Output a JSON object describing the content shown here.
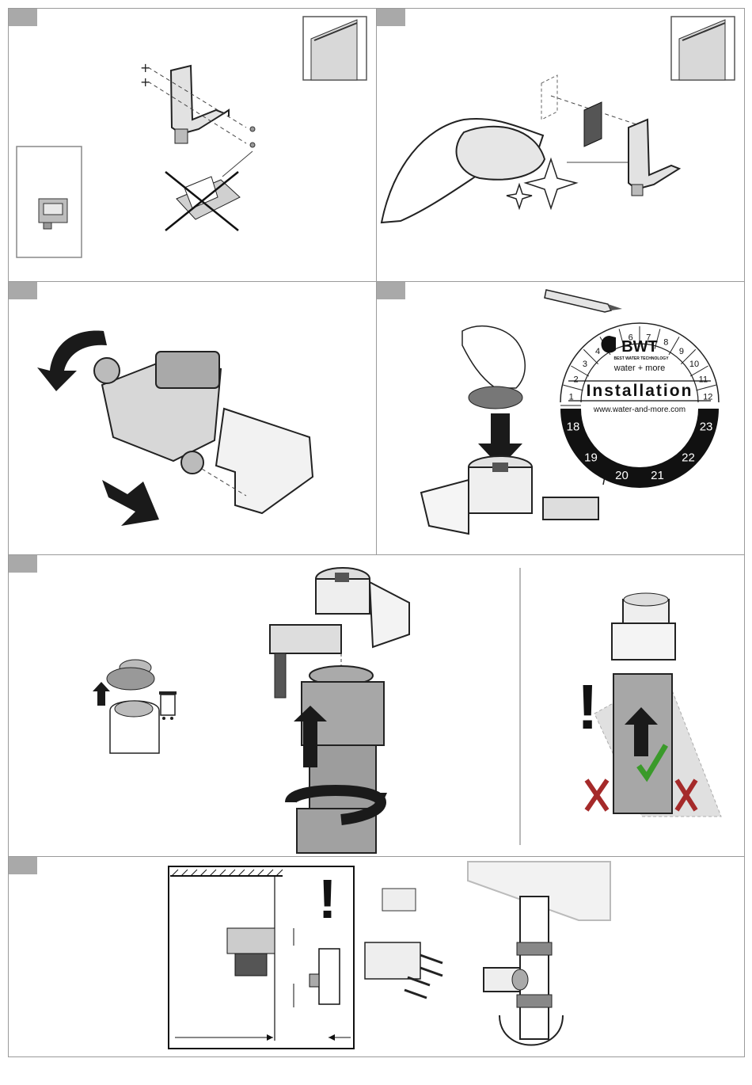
{
  "sticker": {
    "brand": "BWT",
    "brand_sub": "BEST WATER TECHNOLOGY",
    "tagline": "water + more",
    "heading": "Installation",
    "url": "www.water-and-more.com",
    "months": [
      "1",
      "2",
      "3",
      "4",
      "5",
      "6",
      "7",
      "8",
      "9",
      "10",
      "11",
      "12"
    ],
    "years": [
      "18",
      "19",
      "20",
      "21",
      "22",
      "23"
    ]
  },
  "warnings": {
    "mark": "!"
  },
  "colors": {
    "panel_border": "#9a9a9a",
    "tab_gray": "#a9a9a9",
    "check_green": "#3a9a2a",
    "cross_red": "#a52a2a",
    "sticker_dark": "#111111"
  }
}
